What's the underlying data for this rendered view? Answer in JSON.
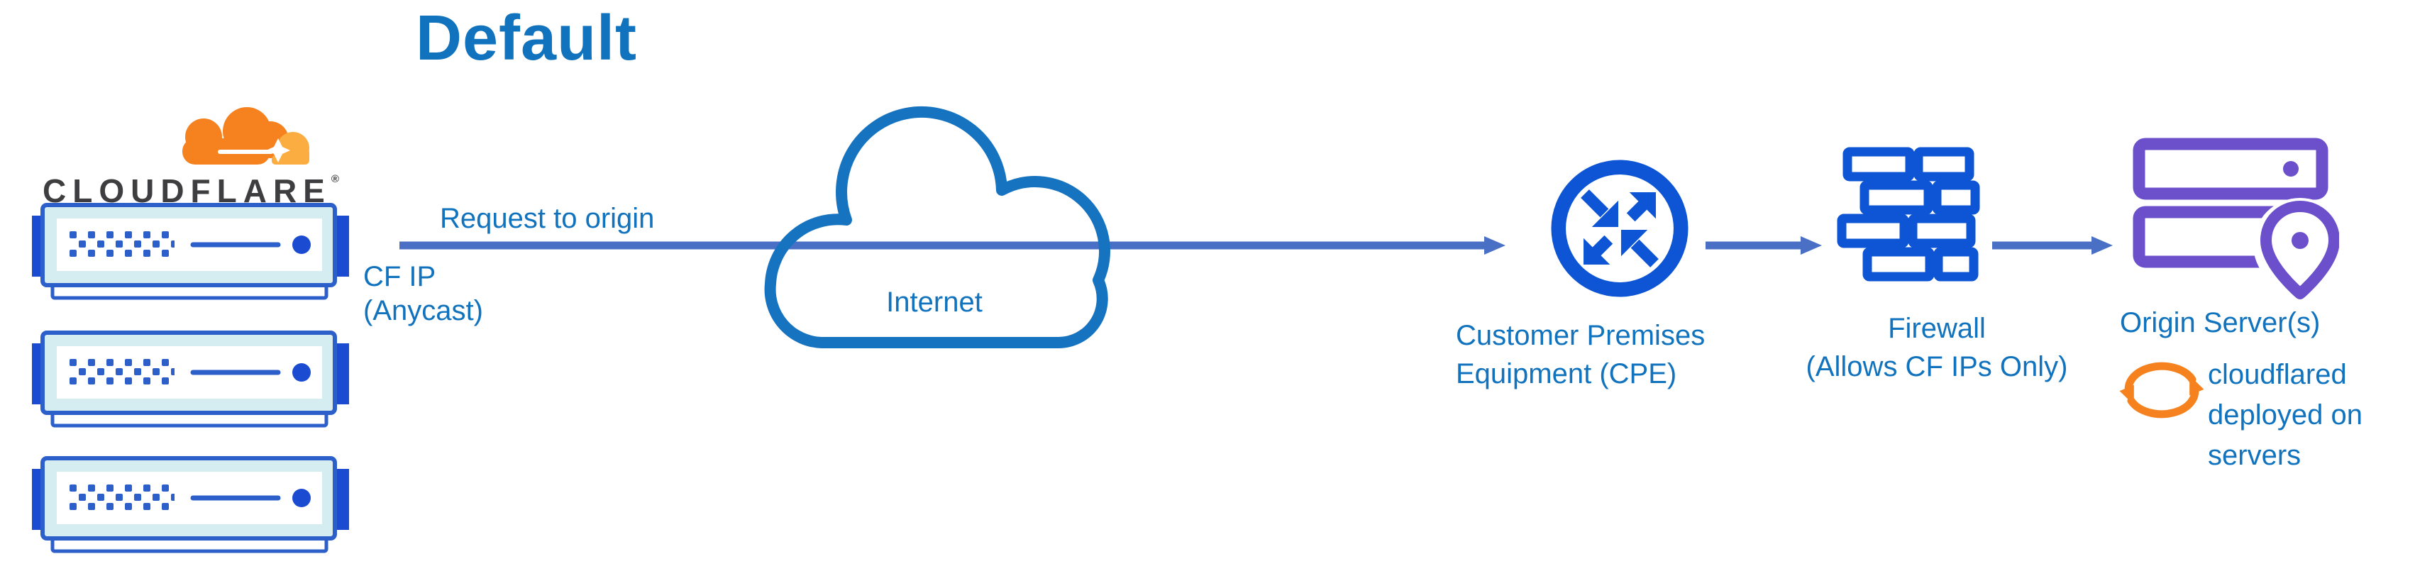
{
  "title": "Default",
  "cloudflare": {
    "wordmark": "CLOUDFLARE",
    "registered": "®"
  },
  "edge": {
    "request_label": "Request to origin",
    "ip_label_line1": "CF IP",
    "ip_label_line2": "(Anycast)"
  },
  "internet": {
    "label": "Internet"
  },
  "cpe": {
    "label_line1": "Customer Premises",
    "label_line2": "Equipment (CPE)"
  },
  "firewall": {
    "label_line1": "Firewall",
    "label_line2": "(Allows CF IPs Only)"
  },
  "origin": {
    "label": "Origin Server(s)",
    "note_line1": "cloudflared",
    "note_line2": "deployed on",
    "note_line3": "servers"
  },
  "icons": [
    "cloudflare-logo-cloud-icon",
    "edge-server-icon",
    "internet-cloud-icon",
    "router-icon",
    "brick-wall-icon",
    "origin-servers-icon",
    "location-pin-icon",
    "sync-arrows-icon",
    "arrow-right-icon"
  ],
  "colors": {
    "title_blue": "#1173bd",
    "label_blue": "#1173bd",
    "connector_blue": "#4a70c6",
    "icon_blue": "#0d55d4",
    "internet_cloud_outline": "#1673c0",
    "server_blue": "#2c5fc9",
    "server_tab_blue": "#1b4bd1",
    "server_panel_cyan": "#d5ecf1",
    "origin_purple": "#6b4fcb",
    "brand_orange": "#f6821f",
    "brand_orange_light": "#fbad41",
    "wordmark_dark": "#3e3e40"
  }
}
